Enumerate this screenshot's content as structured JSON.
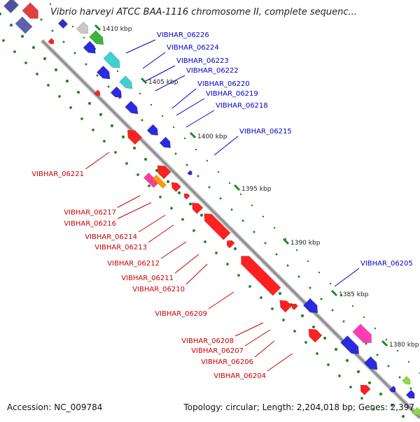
{
  "title": "Vibrio harveyi ATCC BAA-1116 chromosome II, complete sequenc...",
  "footer": {
    "accession": "Accession: NC_009784",
    "summary": "Topology: circular; Length: 2,204,018 bp; Genes: 2,397"
  },
  "colors": {
    "forward_label": "#0000cc",
    "reverse_label": "#cc0000",
    "axis": "#8a8a8a",
    "tick": "#1a8a1a"
  },
  "scale_labels": [
    "1410 kbp",
    "1405 kbp",
    "1400 kbp",
    "1395 kbp",
    "1390 kbp",
    "1385 kbp",
    "1380 kbp"
  ],
  "forward_genes": [
    "VIBHAR_06226",
    "VIBHAR_06224",
    "VIBHAR_06223",
    "VIBHAR_06222",
    "VIBHAR_06220",
    "VIBHAR_06219",
    "VIBHAR_06218",
    "VIBHAR_06215",
    "VIBHAR_06205"
  ],
  "reverse_genes": [
    "VIBHAR_06221",
    "VIBHAR_06217",
    "VIBHAR_06216",
    "VIBHAR_06214",
    "VIBHAR_06213",
    "VIBHAR_06212",
    "VIBHAR_06211",
    "VIBHAR_06210",
    "VIBHAR_06209",
    "VIBHAR_06208",
    "VIBHAR_06207",
    "VIBHAR_06206",
    "VIBHAR_06204"
  ]
}
